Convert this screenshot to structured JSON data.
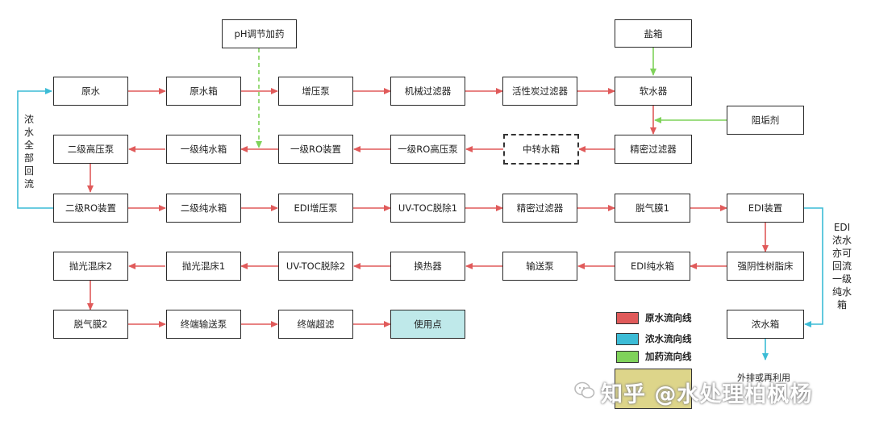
{
  "nodes": {
    "ph": "pH调节加药",
    "salt": "盐箱",
    "raw": "原水",
    "raw_tank": "原水箱",
    "booster": "增压泵",
    "mech_filter": "机械过滤器",
    "carbon_filter": "活性炭过滤器",
    "softener": "软水器",
    "scale_inhibitor": "阻垢剂",
    "stage2_hp_pump": "二级高压泵",
    "stage1_pure_tank": "一级纯水箱",
    "stage1_ro": "一级RO装置",
    "stage1_ro_hp_pump": "一级RO高压泵",
    "transfer_tank": "中转水箱",
    "precision_filter_1": "精密过滤器",
    "stage2_ro": "二级RO装置",
    "stage2_pure_tank": "二级纯水箱",
    "edi_booster": "EDI增压泵",
    "uv_toc_1": "UV-TOC脱除1",
    "precision_filter_2": "精密过滤器",
    "degas_1": "脱气膜1",
    "edi_unit": "EDI装置",
    "polish_2": "抛光混床2",
    "polish_1": "抛光混床1",
    "uv_toc_2": "UV-TOC脱除2",
    "heat_exchanger": "换热器",
    "transfer_pump": "输送泵",
    "edi_pure_tank": "EDI纯水箱",
    "strong_anion": "强阴性树脂床",
    "degas_2": "脱气膜2",
    "terminal_pump": "终端输送泵",
    "terminal_uf": "终端超滤",
    "use_point": "使用点",
    "conc_tank": "浓水箱"
  },
  "annotations": {
    "recirculate": [
      "浓",
      "水",
      "全",
      "部",
      "回",
      "流"
    ],
    "edi_note": [
      "EDI",
      "浓水",
      "亦可",
      "回流",
      "一级",
      "纯水",
      "箱"
    ],
    "discharge": "外排或再利用"
  },
  "legend": [
    {
      "label": "原水流向线",
      "color": "#e05a5a"
    },
    {
      "label": "浓水流向线",
      "color": "#3cbcd6"
    },
    {
      "label": "加药流向线",
      "color": "#7fd25a"
    }
  ],
  "watermark": "知乎 @水处理柏枫杨",
  "colors": {
    "raw": "#e05a5a",
    "conc": "#3cbcd6",
    "dose": "#7fd25a"
  }
}
